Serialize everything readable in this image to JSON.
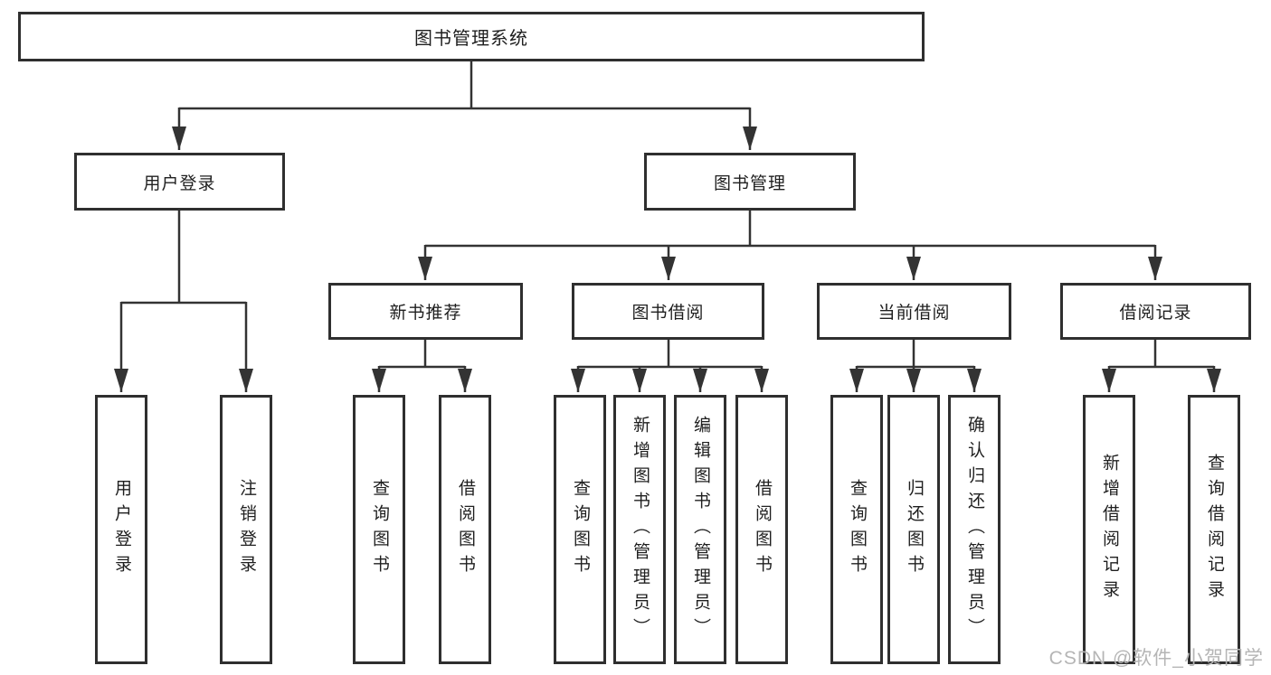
{
  "diagram": {
    "root": {
      "label": "图书管理系统"
    },
    "branches": [
      {
        "label": "用户登录",
        "children": [
          {
            "label": "用户登录"
          },
          {
            "label": "注销登录"
          }
        ]
      },
      {
        "label": "图书管理",
        "sections": [
          {
            "label": "新书推荐",
            "children": [
              {
                "label": "查询图书"
              },
              {
                "label": "借阅图书"
              }
            ]
          },
          {
            "label": "图书借阅",
            "children": [
              {
                "label": "查询图书"
              },
              {
                "label": "新增图书（管理员）"
              },
              {
                "label": "编辑图书（管理员）"
              },
              {
                "label": "借阅图书"
              }
            ]
          },
          {
            "label": "当前借阅",
            "children": [
              {
                "label": "查询图书"
              },
              {
                "label": "归还图书"
              },
              {
                "label": "确认归还（管理员）"
              }
            ]
          },
          {
            "label": "借阅记录",
            "children": [
              {
                "label": "新增借阅记录"
              },
              {
                "label": "查询借阅记录"
              }
            ]
          }
        ]
      }
    ],
    "watermark": "CSDN @软件_小贺同学"
  },
  "colors": {
    "line": "#333333",
    "border": "#2f2f2f",
    "text": "#1f1f1f",
    "watermark": "#b5b5b5",
    "background": "#ffffff"
  }
}
